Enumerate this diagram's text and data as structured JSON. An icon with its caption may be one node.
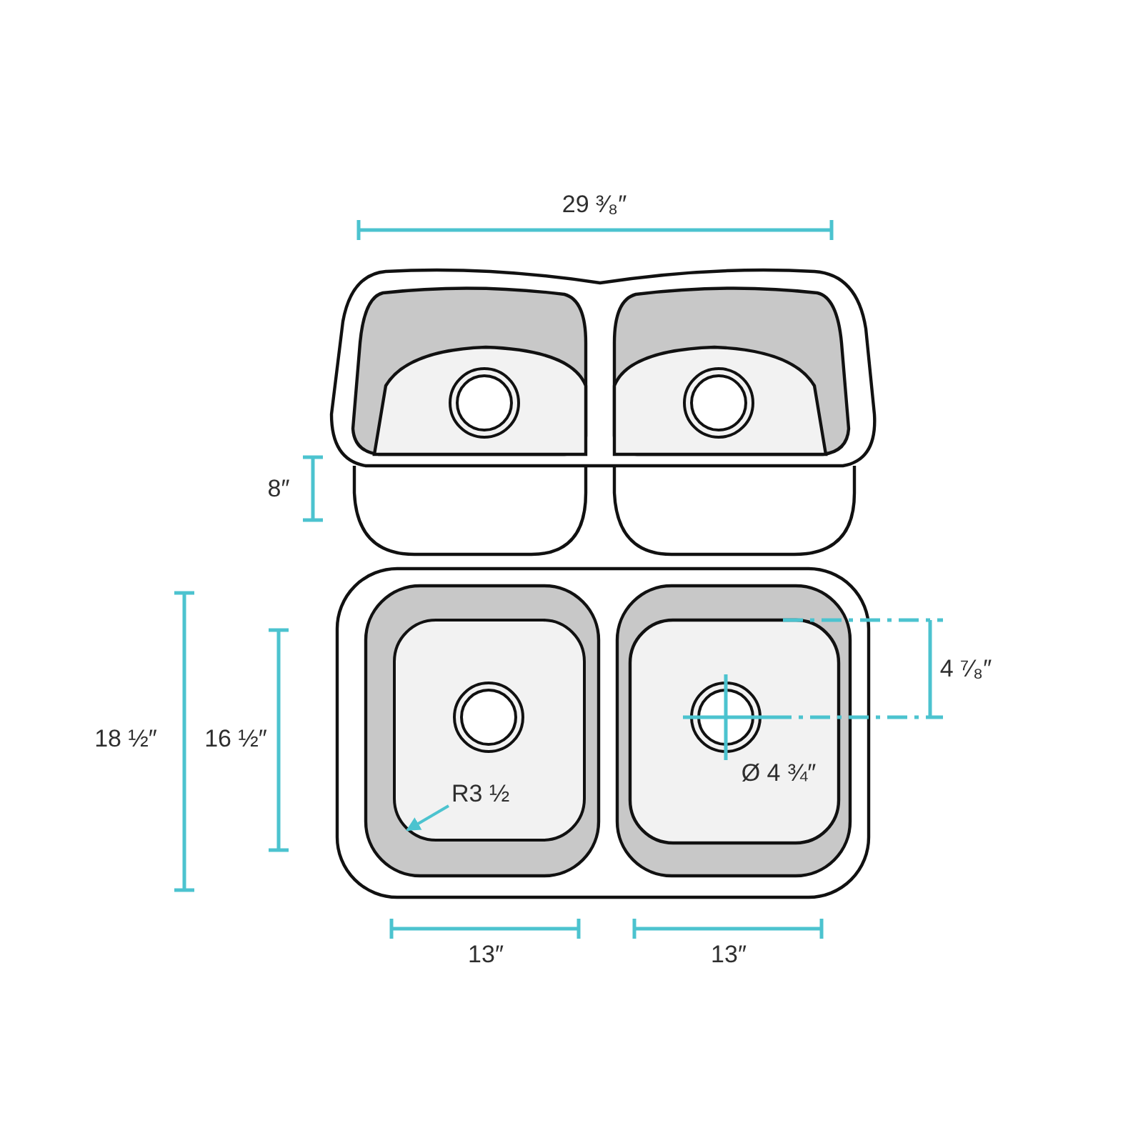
{
  "diagram": {
    "nodes": [
      {
        "text": [],
        "shape": "box"
      },
      {
        "text": [
          "R3 ½"
        ],
        "in": 0
      }
    ],
    "edges": [
      {
        "from": 1,
        "to": 0,
        "arrow": "to"
      }
    ],
    "labels": [
      "29 ³⁄₈″",
      "8″",
      "18 ½″",
      "16 ½″",
      "4 ⁷⁄₈″",
      "Ø 4 ¾″",
      "13″",
      "13″"
    ]
  }
}
